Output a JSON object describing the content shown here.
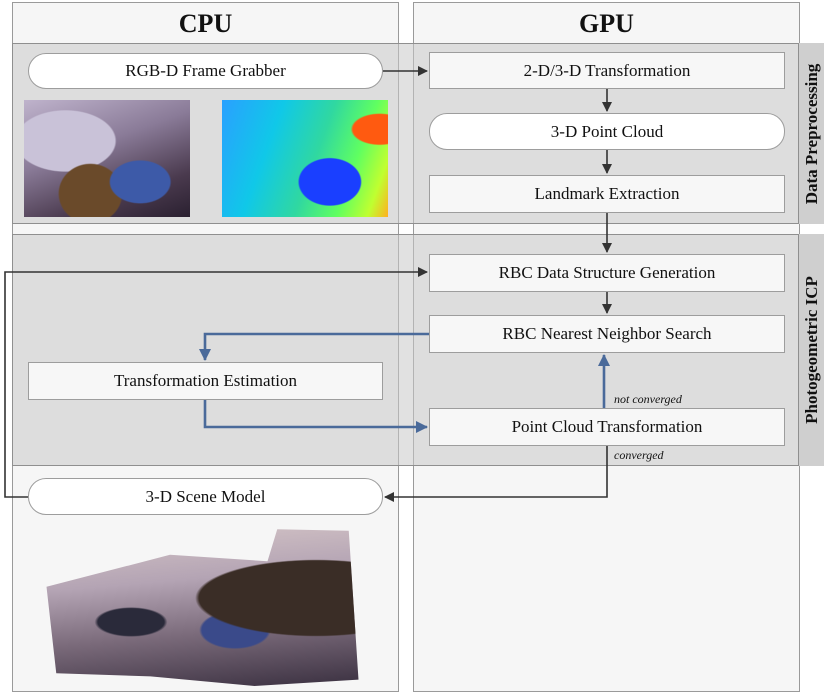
{
  "columns": {
    "cpu": "CPU",
    "gpu": "GPU"
  },
  "bands": {
    "preprocessing": "Data Preprocessing",
    "icp": "Photogeometric ICP"
  },
  "nodes": {
    "frame_grabber": "RGB-D Frame Grabber",
    "transform_2d3d": "2-D/3-D Transformation",
    "point_cloud": "3-D Point Cloud",
    "landmark": "Landmark Extraction",
    "rbc_gen": "RBC Data Structure Generation",
    "rbc_nn": "RBC Nearest Neighbor Search",
    "transform_est": "Transformation Estimation",
    "pc_transform": "Point Cloud Transformation",
    "scene_model": "3-D Scene Model"
  },
  "annotations": {
    "not_converged": "not converged",
    "converged": "converged"
  },
  "colors": {
    "arrow_dark": "#333333",
    "arrow_blue": "#4a6a9a"
  }
}
